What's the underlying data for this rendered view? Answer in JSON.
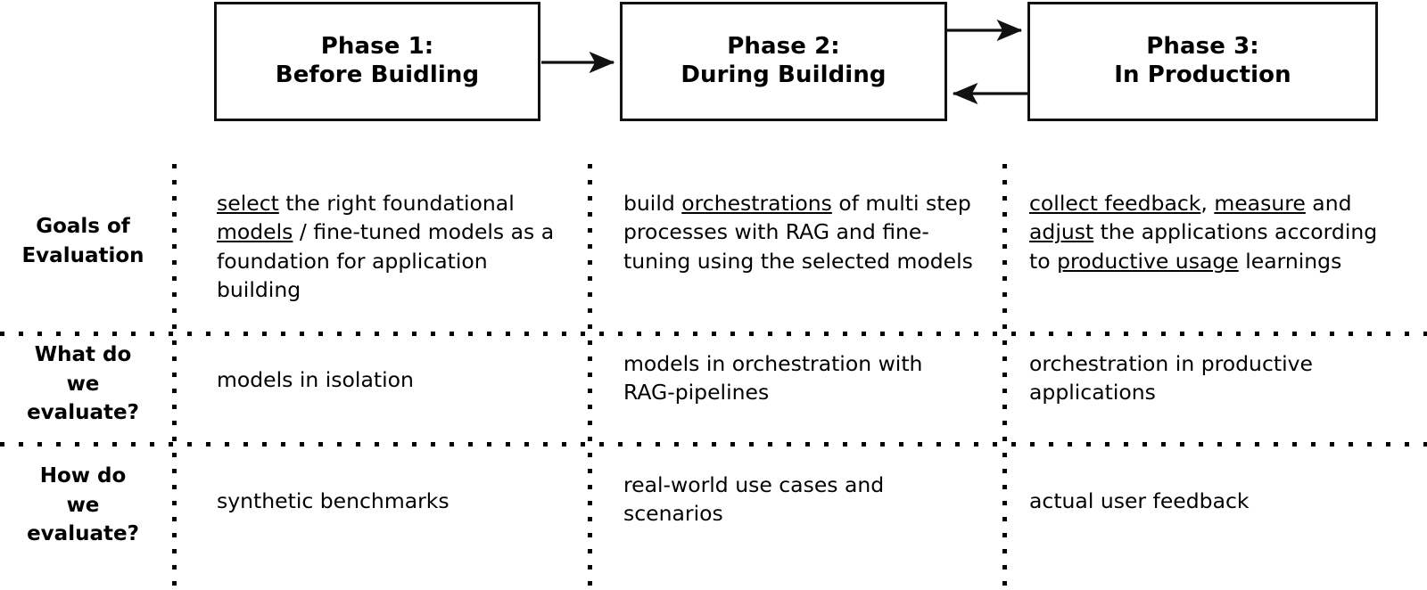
{
  "diagram": {
    "title_text_not_shown": "",
    "phases": [
      {
        "name": "phase-1",
        "label": "Phase 1:\nBefore Buidling"
      },
      {
        "name": "phase-2",
        "label": "Phase 2:\nDuring Building"
      },
      {
        "name": "phase-3",
        "label": "Phase 3:\nIn Production"
      }
    ],
    "arrows": [
      {
        "name": "arrow-phase1-to-phase2",
        "from": "phase-1",
        "to": "phase-2",
        "direction": "right"
      },
      {
        "name": "arrow-phase2-to-phase3",
        "from": "phase-2",
        "to": "phase-3",
        "direction": "right"
      },
      {
        "name": "arrow-phase3-to-phase2",
        "from": "phase-3",
        "to": "phase-2",
        "direction": "left"
      }
    ],
    "rows": [
      {
        "label": "Goals of\nEvaluation",
        "cells": [
          {
            "plain": "select the right foundational models / fine-tuned models as a foundation for application building",
            "segments": [
              {
                "t": "select",
                "u": true
              },
              {
                "t": " the right foundational ",
                "u": false
              },
              {
                "t": "models",
                "u": true
              },
              {
                "t": " / fine-tuned models as a foundation for application building",
                "u": false
              }
            ]
          },
          {
            "plain": "build orchestrations of multi step processes with RAG and fine-tuning using the selected models",
            "segments": [
              {
                "t": "build ",
                "u": false
              },
              {
                "t": "orchestrations",
                "u": true
              },
              {
                "t": " of multi step processes with RAG and fine-tuning using the selected models",
                "u": false
              }
            ]
          },
          {
            "plain": "collect feedback, measure and adjust the applications according to productive usage learnings",
            "segments": [
              {
                "t": "collect feedback",
                "u": true
              },
              {
                "t": ", ",
                "u": false
              },
              {
                "t": "measure",
                "u": true
              },
              {
                "t": " and ",
                "u": false
              },
              {
                "t": "adjust",
                "u": true
              },
              {
                "t": " the applications according to ",
                "u": false
              },
              {
                "t": "productive usage",
                "u": true
              },
              {
                "t": " learnings",
                "u": false
              }
            ]
          }
        ]
      },
      {
        "label": "What do\nwe\nevaluate?",
        "cells": [
          {
            "plain": "models in isolation",
            "segments": [
              {
                "t": "models in isolation",
                "u": false
              }
            ]
          },
          {
            "plain": "models in orchestration with RAG-pipelines",
            "segments": [
              {
                "t": "models in orchestration with RAG-pipelines",
                "u": false
              }
            ]
          },
          {
            "plain": "orchestration in productive applications",
            "segments": [
              {
                "t": "orchestration in productive applications",
                "u": false
              }
            ]
          }
        ]
      },
      {
        "label": "How do\nwe\nevaluate?",
        "cells": [
          {
            "plain": "synthetic benchmarks",
            "segments": [
              {
                "t": "synthetic benchmarks",
                "u": false
              }
            ]
          },
          {
            "plain": "real-world use cases and scenarios",
            "segments": [
              {
                "t": "real-world use cases and scenarios",
                "u": false
              }
            ]
          },
          {
            "plain": "actual user feedback",
            "segments": [
              {
                "t": "actual user feedback",
                "u": false
              }
            ]
          }
        ]
      }
    ],
    "colors": {
      "line": "#111111",
      "text": "#000000",
      "background": "#ffffff"
    }
  }
}
